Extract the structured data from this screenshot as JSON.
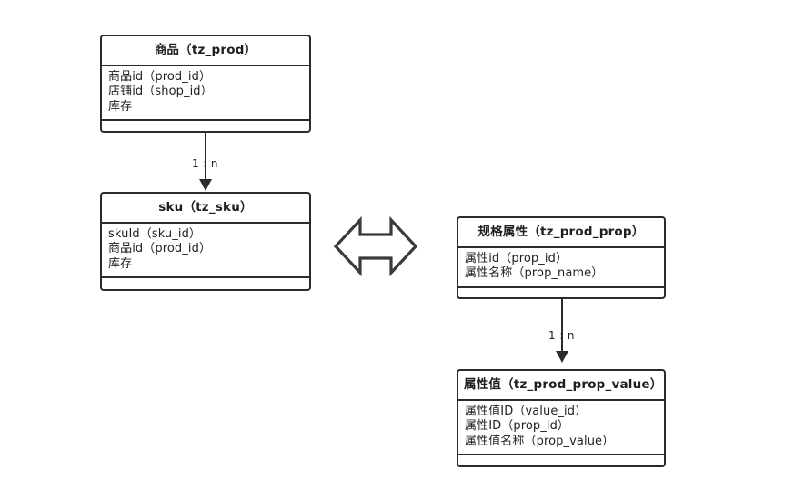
{
  "diagram": {
    "type": "er-class-diagram",
    "background_color": "#ffffff",
    "line_color": "#2b2b2b",
    "text_color": "#1f1f1f",
    "entities": [
      {
        "id": "prod",
        "title": "商品（tz_prod）",
        "title_cn": "商品",
        "table": "tz_prod",
        "attributes": [
          "商品id（prod_id）",
          "店铺id（shop_id）",
          "库存"
        ],
        "methods": []
      },
      {
        "id": "sku",
        "title": "sku（tz_sku）",
        "title_cn": "sku",
        "table": "tz_sku",
        "attributes": [
          "skuId（sku_id）",
          "商品id（prod_id）",
          "库存"
        ],
        "methods": []
      },
      {
        "id": "prop",
        "title": "规格属性（tz_prod_prop）",
        "title_cn": "规格属性",
        "table": "tz_prod_prop",
        "attributes": [
          "属性id（prop_id）",
          "属性名称（prop_name）"
        ],
        "methods": []
      },
      {
        "id": "prop_value",
        "title": "属性值（tz_prod_prop_value）",
        "title_cn": "属性值",
        "table": "tz_prod_prop_value",
        "attributes": [
          "属性值ID（value_id）",
          "属性ID（prop_id）",
          "属性值名称（prop_value）"
        ],
        "methods": []
      }
    ],
    "relations": [
      {
        "id": "prod-to-sku",
        "from": "prod",
        "to": "sku",
        "label": "1 : n",
        "direction": "down",
        "arrow": "filled-triangle"
      },
      {
        "id": "prop-to-prop-value",
        "from": "prop",
        "to": "prop_value",
        "label": "1 : n",
        "direction": "down",
        "arrow": "filled-triangle"
      }
    ],
    "symbols": [
      {
        "id": "double-arrow",
        "name": "double-headed-arrow-icon",
        "meaning": "many-to-many association between sku and 规格属性"
      }
    ]
  }
}
